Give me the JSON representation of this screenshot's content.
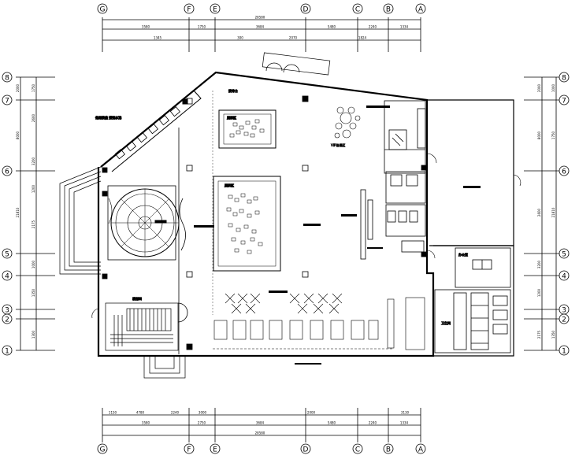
{
  "drawing": {
    "type": "architectural floor plan",
    "axes_top": [
      "G",
      "F",
      "E",
      "D",
      "C",
      "B",
      "A"
    ],
    "axes_bottom": [
      "G",
      "F",
      "E",
      "D",
      "C",
      "B",
      "A"
    ],
    "axes_left": [
      "8",
      "7",
      "6",
      "5",
      "4",
      "3",
      "2",
      "1"
    ],
    "axes_right": [
      "8",
      "7",
      "6",
      "5",
      "4",
      "3",
      "2",
      "1"
    ],
    "dims_top_row1": [
      "3580",
      "1750",
      "3684",
      "5480",
      "2240",
      "1334"
    ],
    "dims_top_row2": [
      "1345",
      "300",
      "2070",
      "1824"
    ],
    "dims_top_total": "28580",
    "dims_bottom_row1": [
      "1150",
      "4780",
      "2240",
      "3000",
      "2000",
      "3130"
    ],
    "dims_bottom_row2": [
      "3580",
      "2750",
      "3684",
      "5480",
      "2240",
      "1334"
    ],
    "dims_bottom_total": "28580",
    "dims_left": [
      "2000",
      "8000",
      "1750",
      "2600",
      "3200",
      "1200",
      "2175",
      "1000",
      "1350",
      "1300"
    ],
    "dims_left_total": "21810",
    "dims_right": [
      "2000",
      "8000",
      "1750",
      "2600",
      "3200",
      "1200",
      "2175",
      "1000",
      "1350"
    ],
    "dims_right_total": "21810",
    "rooms": {
      "garden_label": "休闲茶座 景观水池",
      "exhibit_room_1": "展示区",
      "exhibit_room_2": "展示区",
      "lounge": "VIP洽谈区",
      "stair_label": "楼梯间",
      "wc_label": "卫生间",
      "office_label": "办公室",
      "label_small_top": "接待台"
    }
  }
}
